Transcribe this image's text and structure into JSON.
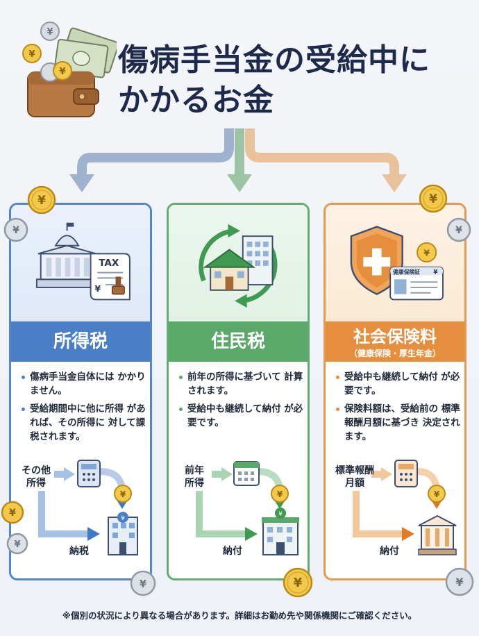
{
  "header": {
    "title_line1": "傷病手当金の受給中に",
    "title_line2": "かかるお金"
  },
  "cards": [
    {
      "title": "所得税",
      "subtitle": "",
      "illustration_label": "TAX",
      "bullets": [
        "傷病手当金自体には かかりません。",
        "受給期間中に他に所得 があれば、その所得に 対して課税されます。"
      ],
      "flow_source": "その他 所得",
      "flow_result": "納税",
      "accent": "#4a7fc8"
    },
    {
      "title": "住民税",
      "subtitle": "",
      "bullets": [
        "前年の所得に基づいて 計算されます。",
        "受給中も継続して納付 が必要です。"
      ],
      "flow_source": "前年 所得",
      "flow_result": "納付",
      "accent": "#5aa86a"
    },
    {
      "title": "社会保険料",
      "subtitle": "（健康保険・厚生年金）",
      "illustration_label": "健康保険証",
      "bullets": [
        "受給中も継続して納付 が必要です。",
        "保険料額は、受給前の 標準報酬月額に基づき 決定されます。"
      ],
      "flow_source": "標準報酬 月額",
      "flow_result": "納付",
      "accent": "#e58e3d"
    }
  ],
  "coin_symbol": "¥",
  "footer": "※個別の状況により異なる場合があります。詳細はお勤め先や関係機関にご確認ください。"
}
